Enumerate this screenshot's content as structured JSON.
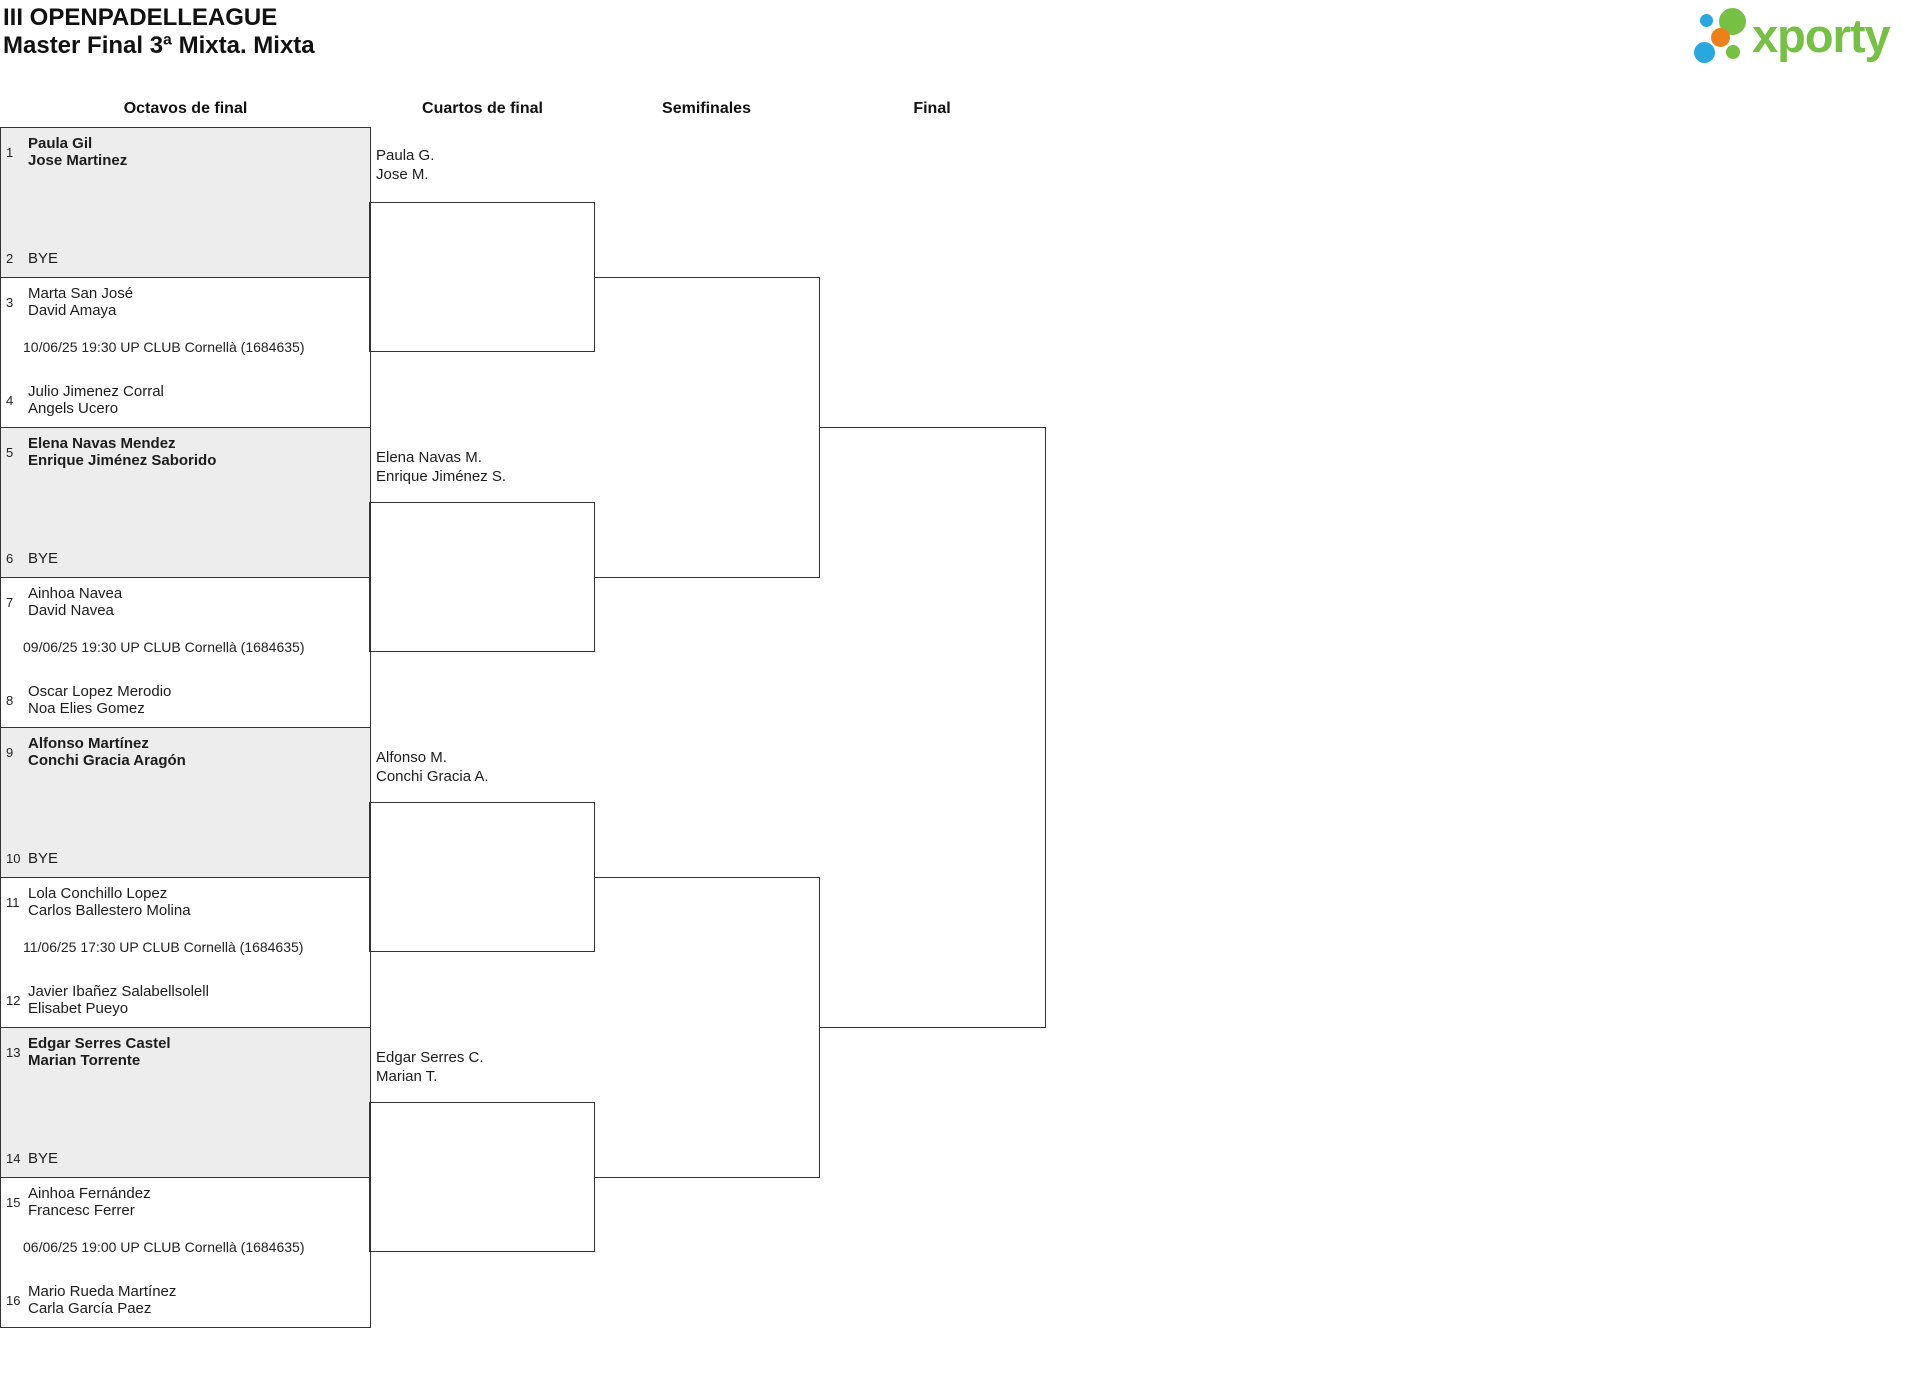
{
  "header": {
    "title": "III OPENPADELLEAGUE",
    "subtitle": "Master Final 3ª Mixta. Mixta",
    "logo_text": "xporty"
  },
  "columns": [
    "Octavos de final",
    "Cuartos de final",
    "Semifinales",
    "Final"
  ],
  "octavos": [
    {
      "team1": {
        "seed": "1",
        "names": [
          "Paula Gil",
          "Jose Martinez"
        ]
      },
      "schedule": "",
      "team2": {
        "seed": "2",
        "names": [
          "BYE"
        ]
      }
    },
    {
      "team1": {
        "seed": "3",
        "names": [
          "Marta San José",
          "David Amaya"
        ]
      },
      "schedule": "10/06/25 19:30 UP CLUB Cornellà (1684635)",
      "team2": {
        "seed": "4",
        "names": [
          "Julio Jimenez Corral",
          "Angels Ucero"
        ]
      }
    },
    {
      "team1": {
        "seed": "5",
        "names": [
          "Elena Navas Mendez",
          "Enrique Jiménez Saborido"
        ]
      },
      "schedule": "",
      "team2": {
        "seed": "6",
        "names": [
          "BYE"
        ]
      }
    },
    {
      "team1": {
        "seed": "7",
        "names": [
          "Ainhoa Navea",
          "David Navea"
        ]
      },
      "schedule": "09/06/25 19:30 UP CLUB Cornellà (1684635)",
      "team2": {
        "seed": "8",
        "names": [
          "Oscar Lopez Merodio",
          "Noa Elies Gomez"
        ]
      }
    },
    {
      "team1": {
        "seed": "9",
        "names": [
          "Alfonso Martínez",
          "Conchi Gracia Aragón"
        ]
      },
      "schedule": "",
      "team2": {
        "seed": "10",
        "names": [
          "BYE"
        ]
      }
    },
    {
      "team1": {
        "seed": "11",
        "names": [
          "Lola Conchillo Lopez",
          "Carlos Ballestero Molina"
        ]
      },
      "schedule": "11/06/25 17:30 UP CLUB Cornellà (1684635)",
      "team2": {
        "seed": "12",
        "names": [
          "Javier Ibañez Salabellsolell",
          "Elisabet Pueyo"
        ]
      }
    },
    {
      "team1": {
        "seed": "13",
        "names": [
          "Edgar Serres Castel",
          "Marian Torrente"
        ]
      },
      "schedule": "",
      "team2": {
        "seed": "14",
        "names": [
          "BYE"
        ]
      }
    },
    {
      "team1": {
        "seed": "15",
        "names": [
          "Ainhoa Fernández",
          "Francesc Ferrer"
        ]
      },
      "schedule": "06/06/25 19:00 UP CLUB Cornellà (1684635)",
      "team2": {
        "seed": "16",
        "names": [
          "Mario Rueda Martínez",
          "Carla García Paez"
        ]
      }
    }
  ],
  "cuartos": [
    {
      "names": [
        "Paula G.",
        "Jose M."
      ]
    },
    {
      "names": [
        "Elena Navas M.",
        "Enrique Jiménez S."
      ]
    },
    {
      "names": [
        "Alfonso M.",
        "Conchi Gracia A."
      ]
    },
    {
      "names": [
        "Edgar Serres C.",
        "Marian T."
      ]
    }
  ],
  "colors": {
    "line": "#333333",
    "bye_box_background": "#ededed",
    "logo_green": "#76c043",
    "logo_blue": "#29a8e0",
    "logo_orange": "#ef8019"
  }
}
